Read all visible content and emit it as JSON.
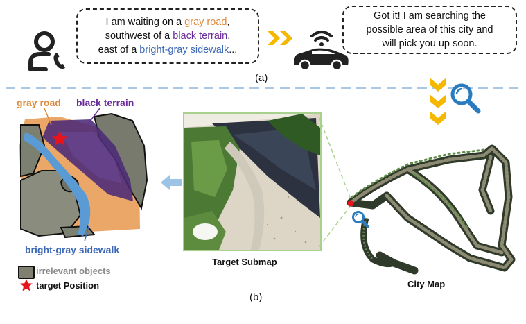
{
  "panel_a": {
    "user_message": {
      "l1_pre": "I am waiting on a ",
      "l1_hl": "gray road",
      "l1_post": ",",
      "l2_pre": "southwest of a ",
      "l2_hl": "black terrain",
      "l2_post": ",",
      "l3_pre": "east of a ",
      "l3_hl": "bright-gray sidewalk",
      "l3_post": "..."
    },
    "car_message": {
      "l1": "Got it! I am searching the",
      "l2": "possible area of this city and",
      "l3": "will pick you up soon."
    },
    "label": "(a)"
  },
  "panel_b": {
    "label": "(b)",
    "submap_caption": "Target Submap",
    "citymap_caption": "City Map",
    "map_labels": {
      "gray_road": "gray road",
      "black_terrain": "black terrain",
      "sidewalk": "bright-gray sidewalk"
    },
    "legend": {
      "irrelevant": "irrelevant objects",
      "target": "target Position"
    }
  },
  "colors": {
    "orange": "#e08a3c",
    "purple": "#6a2c9a",
    "blue": "#3d69b7",
    "arrow_yellow": "#f5b800",
    "magnifier_blue": "#2b7bbf",
    "divider": "#a8c8e4",
    "frame_green": "#a9d18e",
    "target_red": "#e8141c"
  },
  "icons": [
    "user-phone-icon",
    "car-wifi-icon",
    "magnifier-icon",
    "star-icon"
  ]
}
